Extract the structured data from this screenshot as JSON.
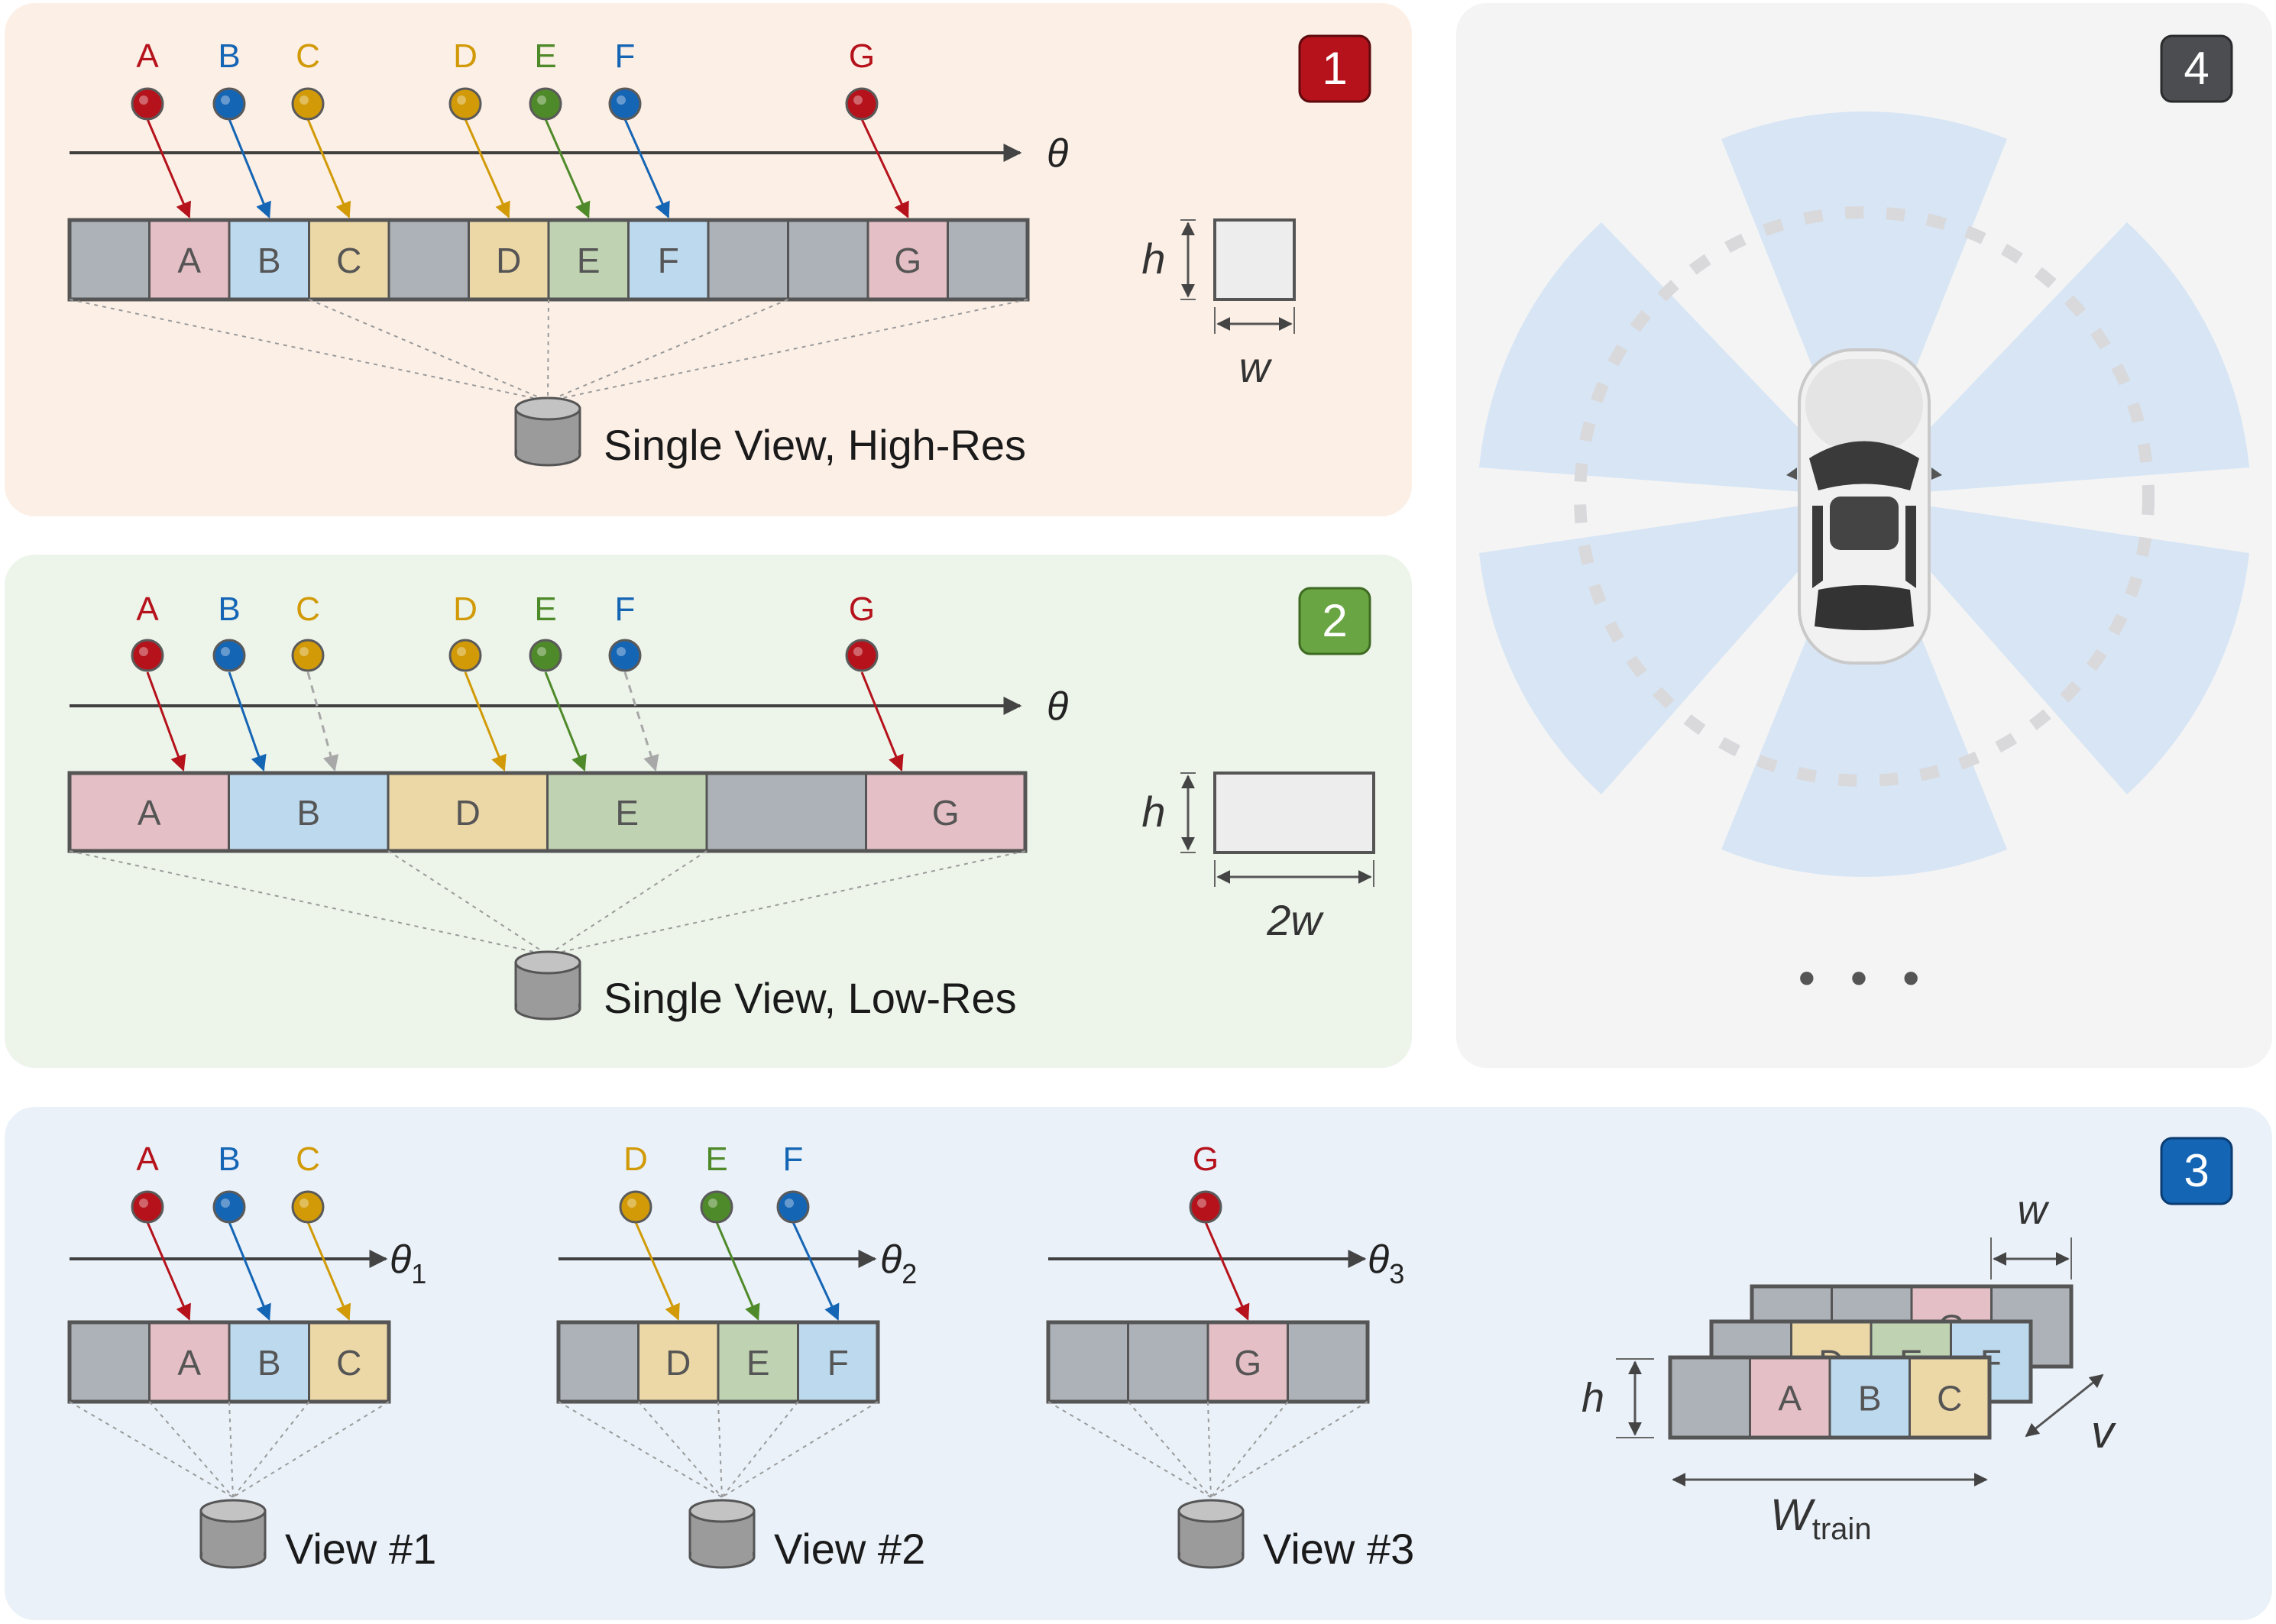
{
  "colors": {
    "red": "#b5121b",
    "blue": "#1565b5",
    "gold": "#d19a06",
    "green": "#4f8a2a",
    "cell_red": "#e5bfc6",
    "cell_blue": "#bdd9ee",
    "cell_gold": "#ecd7a6",
    "cell_green": "#bfd3b2",
    "cell_gray": "#adb2b8",
    "panel1_bg": "#fcefe6",
    "panel2_bg": "#edf4ea",
    "panel3_bg": "#eaf1f9",
    "panel4_bg": "#f4f4f5",
    "fov_blue": "#d7e5f4"
  },
  "points": [
    {
      "label": "A",
      "color": "red"
    },
    {
      "label": "B",
      "color": "blue"
    },
    {
      "label": "C",
      "color": "gold"
    },
    {
      "label": "D",
      "color": "gold"
    },
    {
      "label": "E",
      "color": "green"
    },
    {
      "label": "F",
      "color": "blue"
    },
    {
      "label": "G",
      "color": "red"
    }
  ],
  "panel1": {
    "badge": "1",
    "axis_label": "θ",
    "cells": [
      "",
      "A",
      "B",
      "C",
      "",
      "D",
      "E",
      "F",
      "",
      "",
      "G",
      ""
    ],
    "height_label": "h",
    "width_label": "w",
    "caption": "Single View, High-Res"
  },
  "panel2": {
    "badge": "2",
    "axis_label": "θ",
    "cells": [
      "A",
      "B",
      "D",
      "E",
      "",
      "G"
    ],
    "height_label": "h",
    "width_label": "2w",
    "caption": "Single View, Low-Res"
  },
  "panel3": {
    "badge": "3",
    "views": [
      {
        "axis_label": "θ",
        "axis_sub": "1",
        "points": [
          "A",
          "B",
          "C"
        ],
        "cells": [
          "",
          "A",
          "B",
          "C"
        ],
        "caption": "View #1"
      },
      {
        "axis_label": "θ",
        "axis_sub": "2",
        "points": [
          "D",
          "E",
          "F"
        ],
        "cells": [
          "",
          "D",
          "E",
          "F"
        ],
        "caption": "View #2"
      },
      {
        "axis_label": "θ",
        "axis_sub": "3",
        "points": [
          "G"
        ],
        "cells": [
          "",
          "",
          "G",
          ""
        ],
        "caption": "View #3"
      }
    ],
    "stack": {
      "front_cells": [
        "",
        "A",
        "B",
        "C"
      ],
      "middle_cells": [
        "",
        "D",
        "E",
        "F"
      ],
      "back_cells": [
        "",
        "",
        "G",
        ""
      ],
      "width_label": "w",
      "height_label": "h",
      "depth_label": "v",
      "train_label": "W",
      "train_sub": "train"
    }
  },
  "panel4": {
    "badge": "4",
    "ellipsis": "• • •"
  }
}
